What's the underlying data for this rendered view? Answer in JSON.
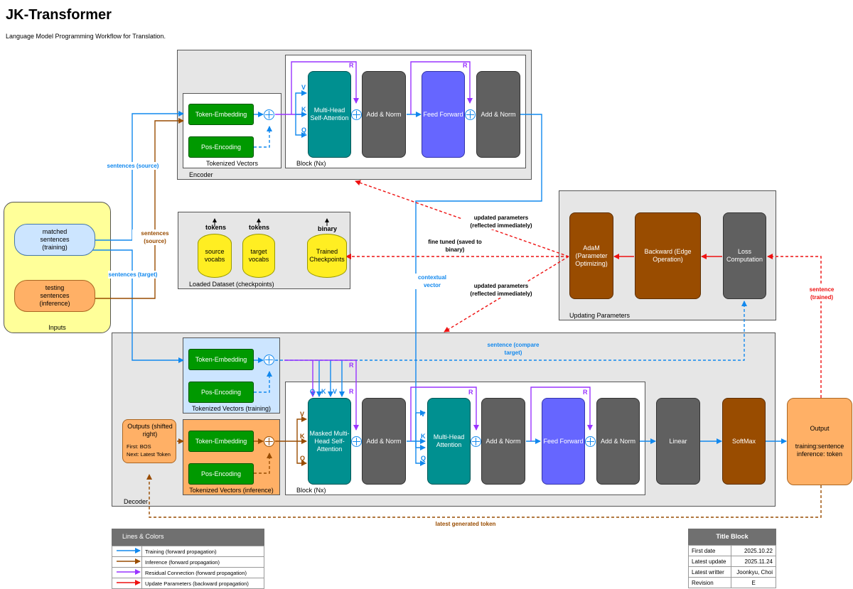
{
  "header": {
    "title": "JK-Transformer",
    "subtitle": "Language Model Programming Workflow for Translation."
  },
  "inputs": {
    "label": "Inputs",
    "matched": "matched sentences (training)",
    "testing": "testing sentences (inference)"
  },
  "encoder": {
    "label": "Encoder",
    "tokenized": "Tokenized Vectors",
    "token_embedding": "Token-Embedding",
    "pos_encoding": "Pos-Encoding",
    "block": "Block (Nx)",
    "mhsa": "Multi-Head Self-Attention",
    "add_norm": "Add & Norm",
    "feed_forward": "Feed Forward",
    "v": "V",
    "k": "K",
    "q": "Q",
    "r": "R"
  },
  "dataset": {
    "label": "Loaded Dataset (checkpoints)",
    "source_vocabs": "source vocabs",
    "target_vocabs": "target vocabs",
    "trained": "Trained Checkpoints",
    "tokens": "tokens",
    "binary": "binary"
  },
  "updating": {
    "label": "Updating Parameters",
    "adam": "AdaM (Parameter Optimizing)",
    "backward": "Backward (Edge Operation)",
    "loss": "Loss Computation"
  },
  "decoder": {
    "label": "Decoder",
    "tok_training": "Tokenized Vectors (training)",
    "tok_inference": "Tokenized Vectors (inference)",
    "token_embedding": "Token-Embedding",
    "pos_encoding": "Pos-Encoding",
    "block": "Block (Nx)",
    "masked": "Masked Multi-Head Self-Attention",
    "mha": "Multi-Head Attention",
    "add_norm": "Add & Norm",
    "feed_forward": "Feed Forward",
    "linear": "Linear",
    "softmax": "SoftMax",
    "outputs_title": "Outputs (shifted right)",
    "first": "First: BOS",
    "next": "Next: Latest Token"
  },
  "output": {
    "title": "Output",
    "detail": "training:sentence inference: token"
  },
  "labels": {
    "sentences_source": "sentences (source)",
    "sentences_source2": "sentences (source)",
    "sentences_target": "sentences (target)",
    "updated1": "updated parameters (reflected immediately)",
    "updated2": "updated parameters (reflected immediately)",
    "fine_tuned": "fine tuned (saved to binary)",
    "contextual": "contextual vector",
    "compare": "sentence (compare target)",
    "trained": "sentence (trained)",
    "latest": "latest generated token"
  },
  "legend": {
    "title": "Lines & Colors",
    "rows": [
      "Training (forward propagation)",
      "Inference (forward propagation)",
      "Residual Connection (forward propagation)",
      "Update Parameters (backward propagation)"
    ]
  },
  "title_block": {
    "title": "Title Block",
    "rows": [
      [
        "First date",
        "2025.10.22"
      ],
      [
        "Latest update",
        "2025.11.24"
      ],
      [
        "Latest writter",
        "Joonkyu, Choi"
      ],
      [
        "Revision",
        "E"
      ]
    ]
  },
  "colors": {
    "training": "#1188ee",
    "inference": "#994c00",
    "residual": "#9933ff",
    "update": "#ee1111"
  }
}
